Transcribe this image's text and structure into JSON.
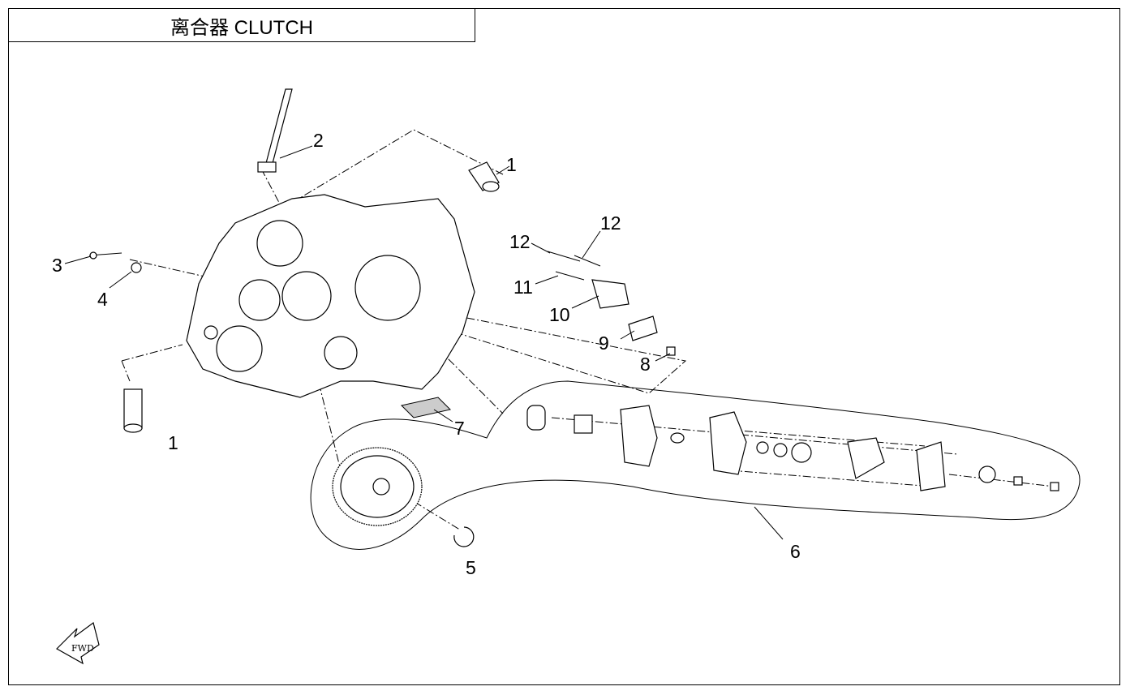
{
  "title": "离合器 CLUTCH",
  "fwd_icon_text": "FWD",
  "callouts": {
    "c1a": "1",
    "c2": "2",
    "c3": "3",
    "c4": "4",
    "c1b": "1",
    "c12a": "12",
    "c12b": "12",
    "c11": "11",
    "c10": "10",
    "c9": "9",
    "c8": "8",
    "c7": "7",
    "c5": "5",
    "c6": "6"
  }
}
